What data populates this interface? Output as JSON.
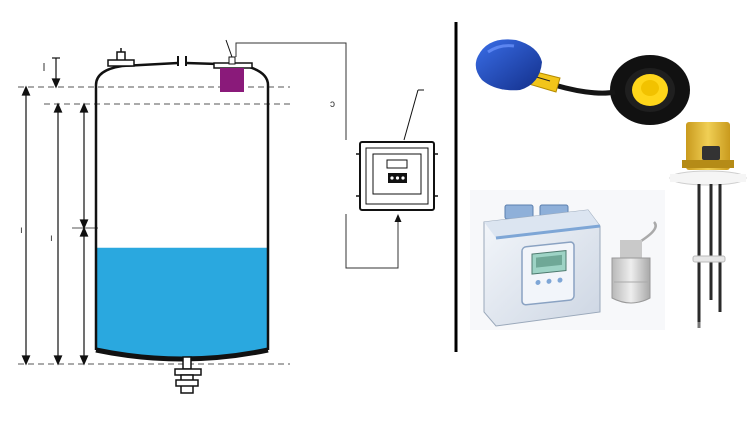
{
  "figure": {
    "left_panel": {
      "name": "tank-level-measurement-schematic",
      "liquid_fill_fraction": 0.42,
      "colors": {
        "liquid": "#2aa8df",
        "sensor": "#8a1a7a",
        "outline": "#111111",
        "wire": "#333333"
      },
      "stray_marks": [
        "ɔ",
        "ı",
        "ı"
      ]
    },
    "divider": {
      "color": "#000000"
    },
    "right_panel": {
      "products": [
        {
          "name": "float-switch",
          "colors": {
            "float": "#1d47b8",
            "cable": "#151515",
            "coil_core": "#ffd61a"
          }
        },
        {
          "name": "ultrasonic-transmitter-with-sensor",
          "colors": {
            "housing": "#e8eef7",
            "lid_edge": "#7ea6d6",
            "display": "#9dd3c5",
            "sensor": "#d9d9d9"
          }
        },
        {
          "name": "conductive-level-probe",
          "colors": {
            "head": "#e8c13f",
            "flange": "#f5f5f5",
            "rods": "#2a2a2a"
          }
        }
      ]
    }
  }
}
